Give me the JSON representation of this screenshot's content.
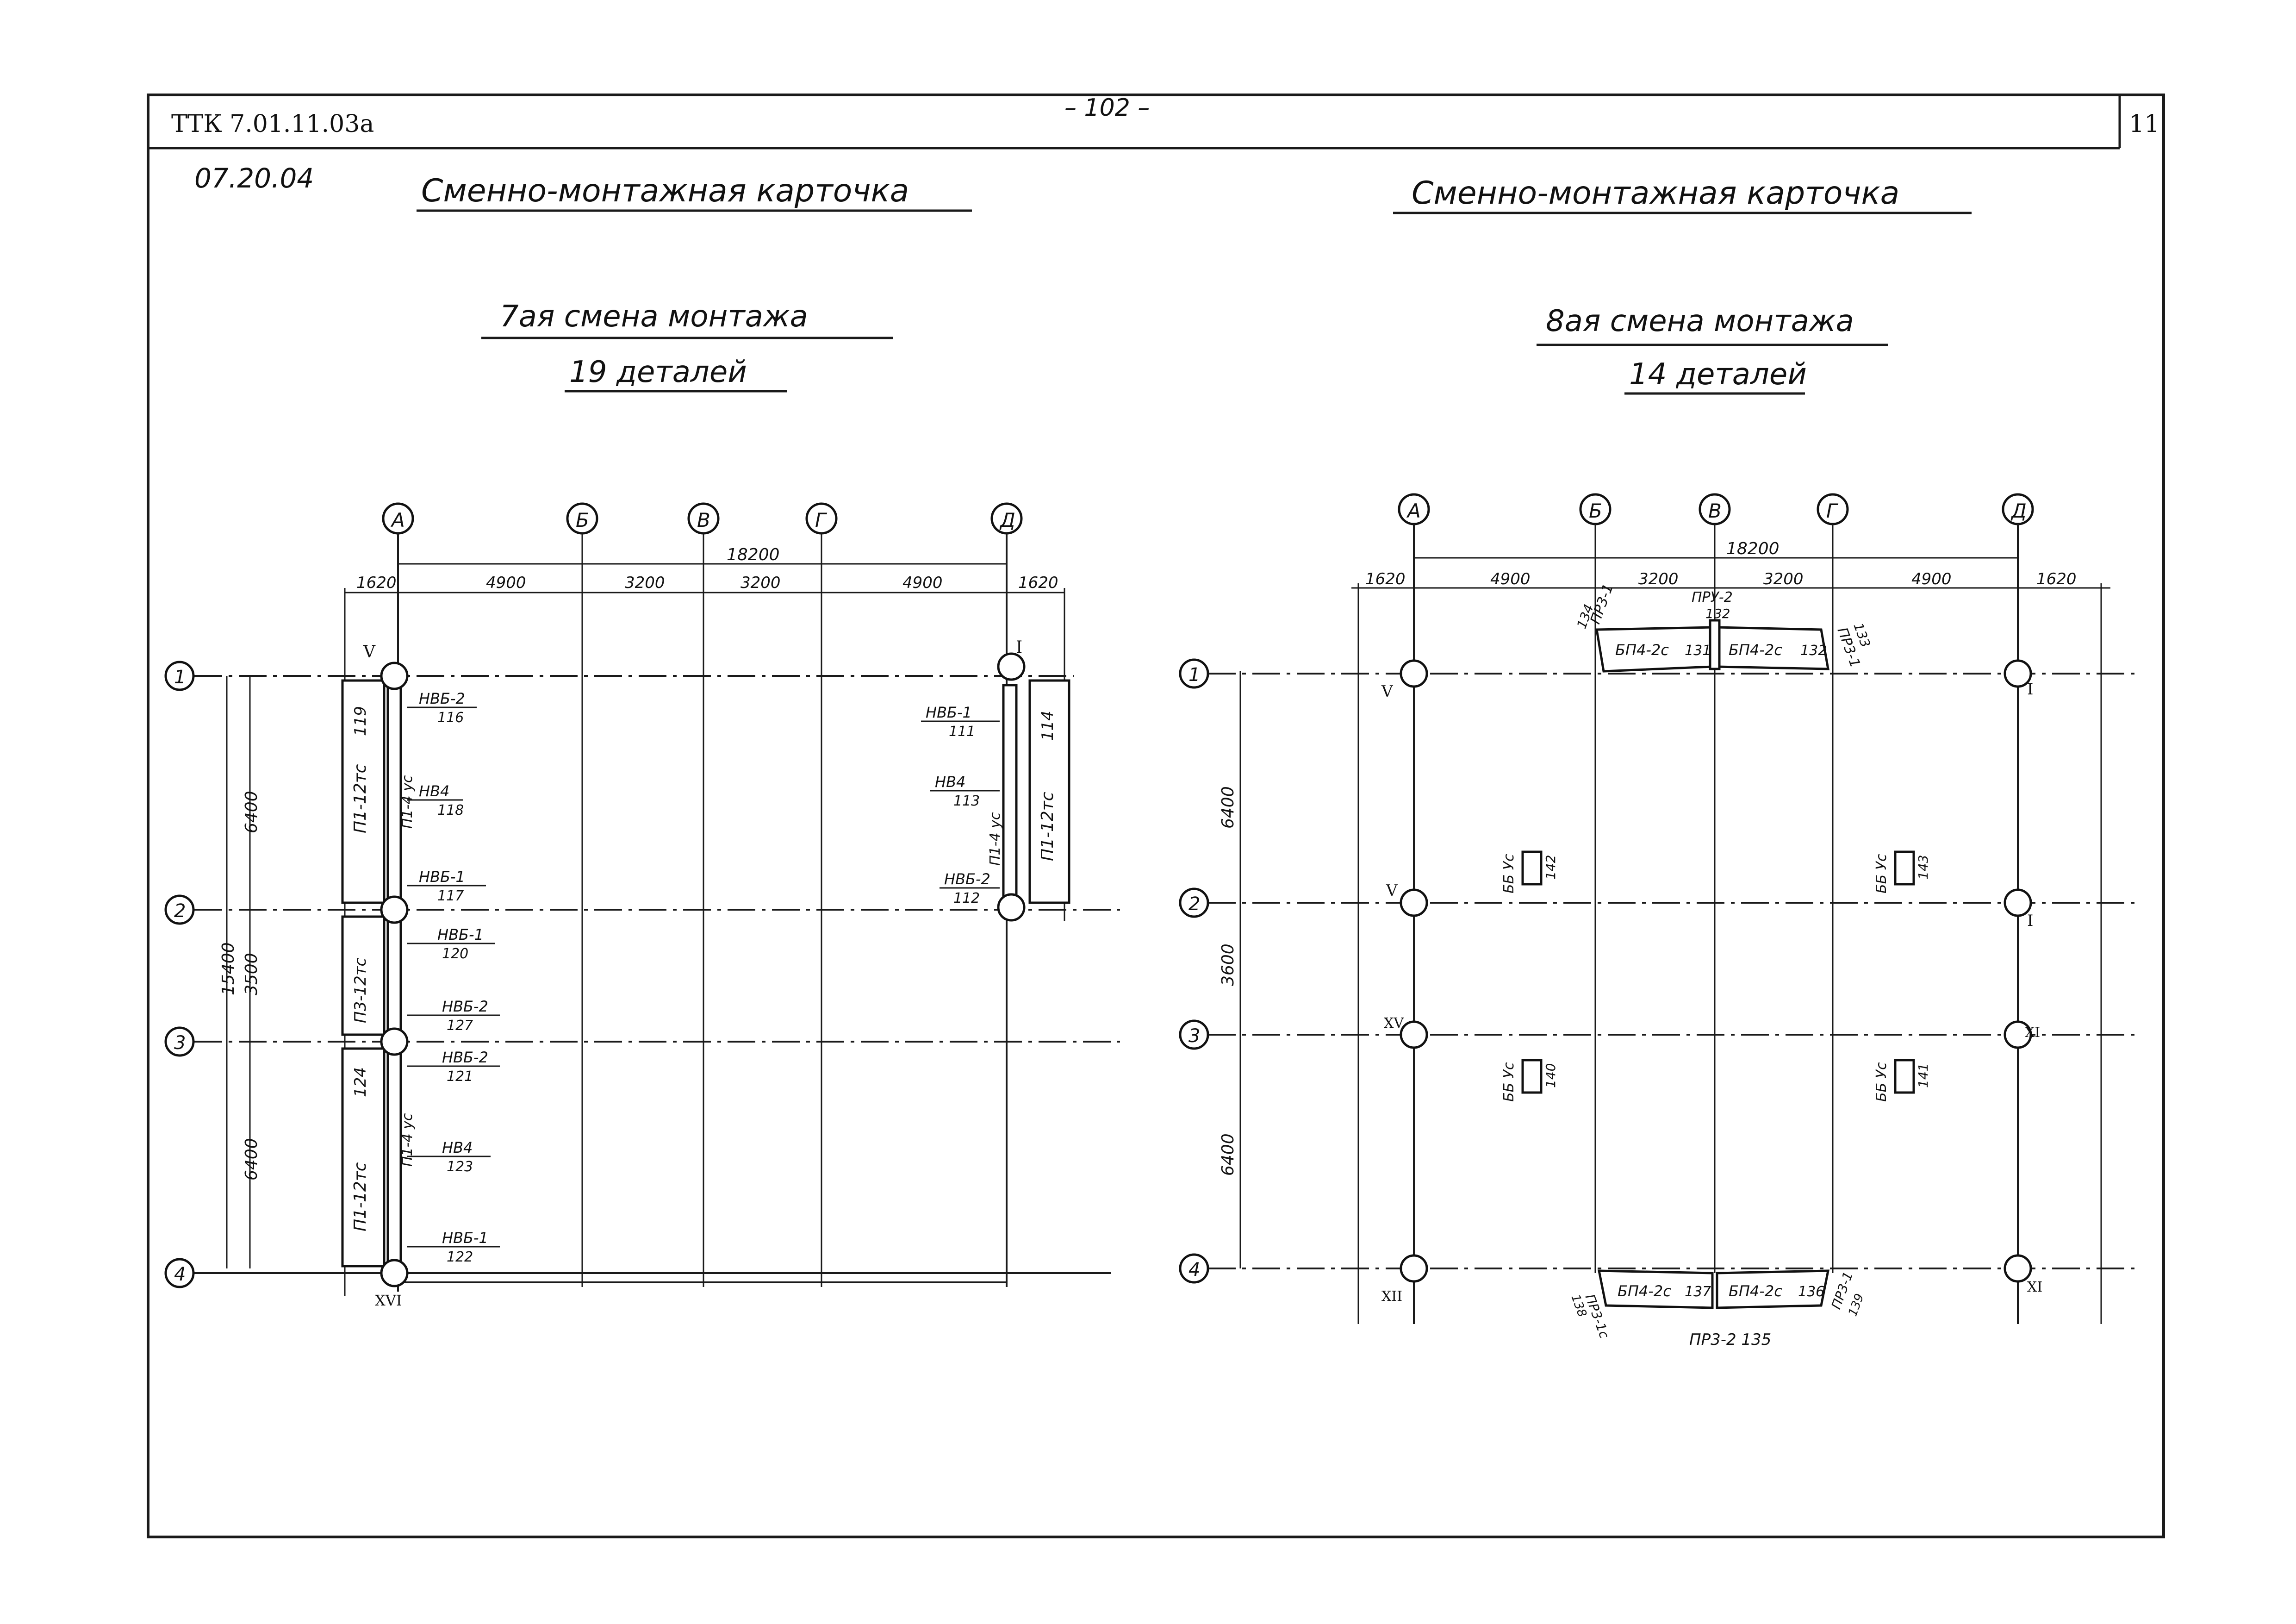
{
  "header": {
    "doc_code": "ТТК 7.01.11.03а",
    "page_number": "– 102 –",
    "sheet_number": "11",
    "sheet_code": "07.20.04"
  },
  "left": {
    "card_title": "Сменно-монтажная карточка",
    "shift_title": "7ая смена монтажа",
    "parts_count": "19 деталей",
    "axes_letters": [
      "А",
      "Б",
      "В",
      "Г",
      "Д"
    ],
    "axes_numbers": [
      "1",
      "2",
      "3",
      "4"
    ],
    "total_dim": "18200",
    "dims_top": [
      "1620",
      "4900",
      "3200",
      "3200",
      "4900",
      "1620"
    ],
    "dims_left": [
      "6400",
      "3500",
      "6400"
    ],
    "dim_total_vertical": "15400",
    "roman": [
      "V",
      "I",
      "XVI"
    ],
    "labels": [
      "НВБ-2",
      "116",
      "НВ4",
      "118",
      "НВБ-1",
      "117",
      "НВБ-1",
      "120",
      "НВБ-2",
      "127",
      "НВБ-2",
      "121",
      "НВ4",
      "123",
      "НВБ-1",
      "122",
      "НВБ-1",
      "111",
      "НВ4",
      "113",
      "НВБ-2",
      "112"
    ],
    "panels": [
      "П1-12тс",
      "119",
      "П3-12тс",
      "П1-12тс",
      "124",
      "114",
      "П1-12тс"
    ],
    "columns_text": [
      "П1-4 ус",
      "П1-4 ус",
      "П1-4 ус"
    ]
  },
  "right": {
    "card_title": "Сменно-монтажная карточка",
    "shift_title": "8ая смена монтажа",
    "parts_count": "14 деталей",
    "axes_letters": [
      "А",
      "Б",
      "В",
      "Г",
      "Д"
    ],
    "axes_numbers": [
      "1",
      "2",
      "3",
      "4"
    ],
    "total_dim": "18200",
    "dims_top": [
      "1620",
      "4900",
      "3200",
      "3200",
      "4900",
      "1620"
    ],
    "dims_left": [
      "6400",
      "3600",
      "6400"
    ],
    "roman": [
      "V",
      "I",
      "V",
      "I",
      "XV",
      "XI",
      "XII",
      "XI"
    ],
    "top_elements": [
      "ПР3-1",
      "134",
      "БП4-2с",
      "131",
      "ПРУ-2",
      "132",
      "БП4-2с",
      "132",
      "ПР3-1",
      "133"
    ],
    "bottom_elements": [
      "ПР3-1с",
      "138",
      "БП4-2с",
      "137",
      "БП4-2с",
      "136",
      "ПР3-1",
      "139",
      "ПР3-2 135"
    ],
    "blocks": [
      "ББ Ус",
      "142",
      "ББ Ус",
      "143",
      "ББ Ус",
      "140",
      "ББ Ус",
      "141"
    ]
  }
}
